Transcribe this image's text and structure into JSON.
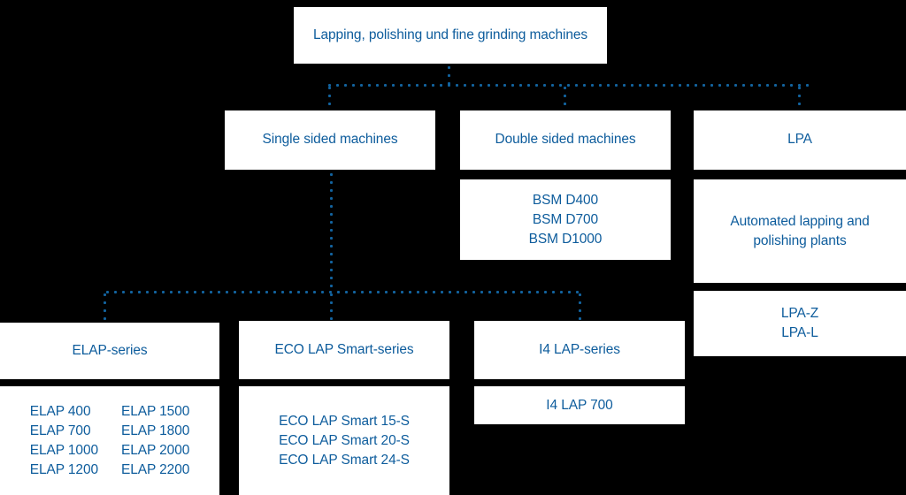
{
  "diagram": {
    "title": "Lapping, polishing und fine grinding machines",
    "theme": {
      "background": "#000000",
      "box_background": "#ffffff",
      "text_color": "#0d5c9c",
      "connector_color": "#12639f"
    },
    "nodes": {
      "root": {
        "label": "Lapping, polishing und fine grinding machines"
      },
      "single_sided": {
        "label": "Single sided machines"
      },
      "double_sided": {
        "label": "Double sided machines"
      },
      "lpa": {
        "label": "LPA"
      },
      "bsm_models": {
        "items": [
          "BSM D400",
          "BSM D700",
          "BSM D1000"
        ]
      },
      "lpa_description": {
        "line1": "Automated lapping and",
        "line2": "polishing plants"
      },
      "lpa_models": {
        "items": [
          "LPA-Z",
          "LPA-L"
        ]
      },
      "elap_series": {
        "label": "ELAP-series"
      },
      "eco_lap_series": {
        "label": "ECO LAP Smart-series"
      },
      "i4_lap_series": {
        "label": "I4 LAP-series"
      },
      "elap_models": {
        "column_left": [
          "ELAP 400",
          "ELAP 700",
          "ELAP 1000",
          "ELAP 1200"
        ],
        "column_right": [
          "ELAP 1500",
          "ELAP 1800",
          "ELAP 2000",
          "ELAP 2200"
        ]
      },
      "eco_lap_models": {
        "items": [
          "ECO LAP Smart 15-S",
          "ECO LAP Smart 20-S",
          "ECO LAP Smart 24-S"
        ]
      },
      "i4_lap_models": {
        "items": [
          "I4 LAP 700"
        ]
      }
    }
  }
}
